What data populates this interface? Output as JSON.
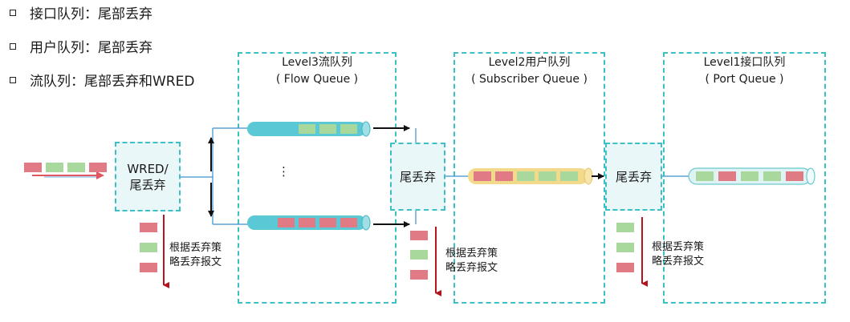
{
  "bullets": [
    "接口队列：尾部丢弃",
    "用户队列：尾部丢弃",
    "流队列：尾部丢弃和WRED"
  ],
  "level3": {
    "title": "Level3流队列",
    "subtitle": "( Flow Queue )"
  },
  "level2": {
    "title": "Level2用户队列",
    "subtitle": "( Subscriber Queue )"
  },
  "level1": {
    "title": "Level1接口队列",
    "subtitle": "( Port Queue )"
  },
  "wred_box": {
    "line1": "WRED/",
    "line2": "尾丢弃"
  },
  "drop_box_1": "尾丢弃",
  "drop_box_2": "尾丢弃",
  "drop_note": {
    "line1": "根据丢弃策",
    "line2": "略丢弃报文"
  },
  "ellipsis": "⋮",
  "colors": {
    "dashed": "#3cbfc5",
    "flow_tube": "#5bc8d5",
    "subscriber_tube": "#f3d98a",
    "port_tube": "#dff2f4",
    "packet_red": "#e07a84",
    "packet_green": "#a8d89b",
    "drop_arrow": "#b5141c"
  }
}
